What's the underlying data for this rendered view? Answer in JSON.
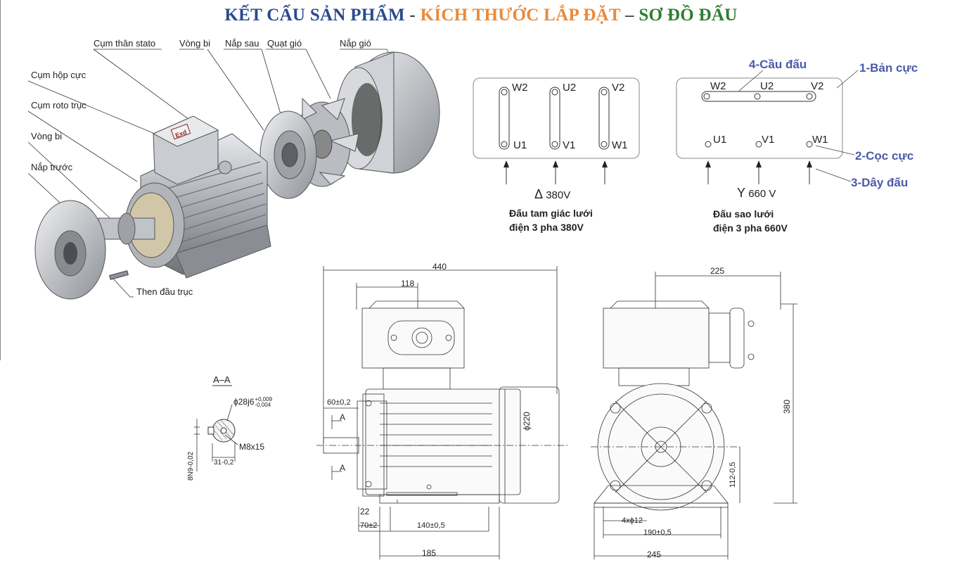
{
  "title": {
    "part1": "KẾT CẤU SẢN PHẨM",
    "sep1": " - ",
    "part2": "KÍCH THƯỚC LẮP ĐẶT",
    "sep2": " – ",
    "part3": "SƠ ĐỒ ĐẤU",
    "colors": {
      "part1": "#2b4a8f",
      "part2": "#e98a3a",
      "part3": "#2e7d32"
    }
  },
  "exploded_labels": {
    "stator": "Cụm thân stato",
    "bearing_top": "Vòng bi",
    "rear_cover": "Nắp sau",
    "fan": "Quạt gió",
    "fan_cover": "Nắp gió",
    "terminal_box": "Cụm hộp cực",
    "rotor": "Cụm roto trục",
    "bearing_left": "Vòng bi",
    "front_cover": "Nắp trước",
    "shaft_key": "Then đầu trục",
    "exd_mark": "Exd"
  },
  "wiring_delta": {
    "top": [
      "W2",
      "U2",
      "V2"
    ],
    "bottom": [
      "U1",
      "V1",
      "W1"
    ],
    "symbol": "Δ",
    "voltage": "380V",
    "caption_line1": "Đấu tam giác lưới",
    "caption_line2": "điện 3 pha 380V"
  },
  "wiring_star": {
    "top": [
      "W2",
      "U2",
      "V2"
    ],
    "bottom": [
      "U1",
      "V1",
      "W1"
    ],
    "symbol": "Y",
    "voltage": "660 V",
    "caption_line1": "Đấu sao lưới",
    "caption_line2": "điện 3 pha 660V",
    "callouts": {
      "c4": "4-Cầu đấu",
      "c1": "1-Bản cực",
      "c2": "2-Cọc cực",
      "c3": "3-Dây đấu"
    }
  },
  "section_aa": {
    "title": "A–A",
    "shaft_dia": "ϕ28j6",
    "tol_up": "+0,009",
    "tol_down": "-0,004",
    "thread": "M8x15",
    "key_width": "8N9-0,02",
    "key_depth": "31-0,2"
  },
  "side_view": {
    "overall_length": "440",
    "box_offset": "118",
    "shaft_len": "60±0,2",
    "section_mark": "A",
    "body_dia": "ϕ220",
    "foot_thk": "22",
    "shaft_to_hole": "70±2",
    "hole_spacing": "140±0,5",
    "foot_length": "185"
  },
  "end_view": {
    "width_top": "225",
    "height": "380",
    "shaft_height": "112-0,5",
    "holes": "4xϕ12",
    "hole_span": "190±0,5",
    "foot_width": "245"
  }
}
